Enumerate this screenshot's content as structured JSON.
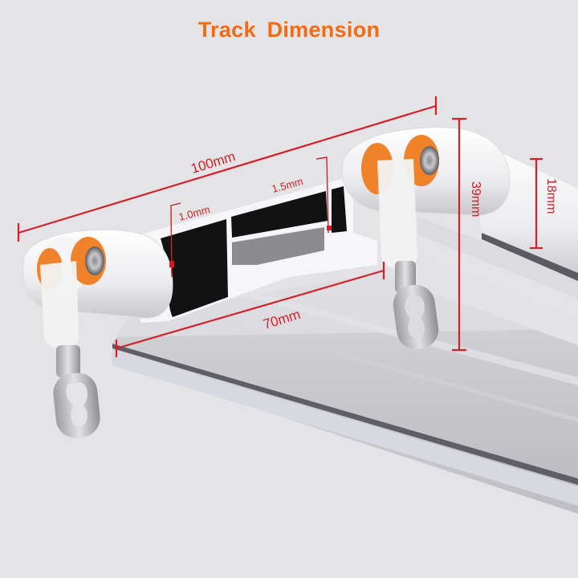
{
  "title": "Track  Dimension",
  "colors": {
    "title": "#f26a13",
    "dimension_line": "#d3202a",
    "background": "#e4e4e6",
    "roller": "#f0822a",
    "profile_cavity": "#111111",
    "profile_insert": "#8a8a8a",
    "aluminum": "#d9d9dc"
  },
  "dimensions": {
    "overall_width": "100mm",
    "inner_width": "70mm",
    "overall_height": "39mm",
    "channel_height": "18mm",
    "wall_thickness_thin": "1.0mm",
    "wall_thickness_thick": "1.5mm"
  },
  "components": {
    "track": "double-channel-aluminum-curtain-track",
    "left_runner": "roller-runner-with-hook",
    "right_runner": "roller-runner-with-hook",
    "rollers": "orange-nylon-bearing-wheels",
    "hooks": "stainless-steel-eyelet-hook"
  }
}
